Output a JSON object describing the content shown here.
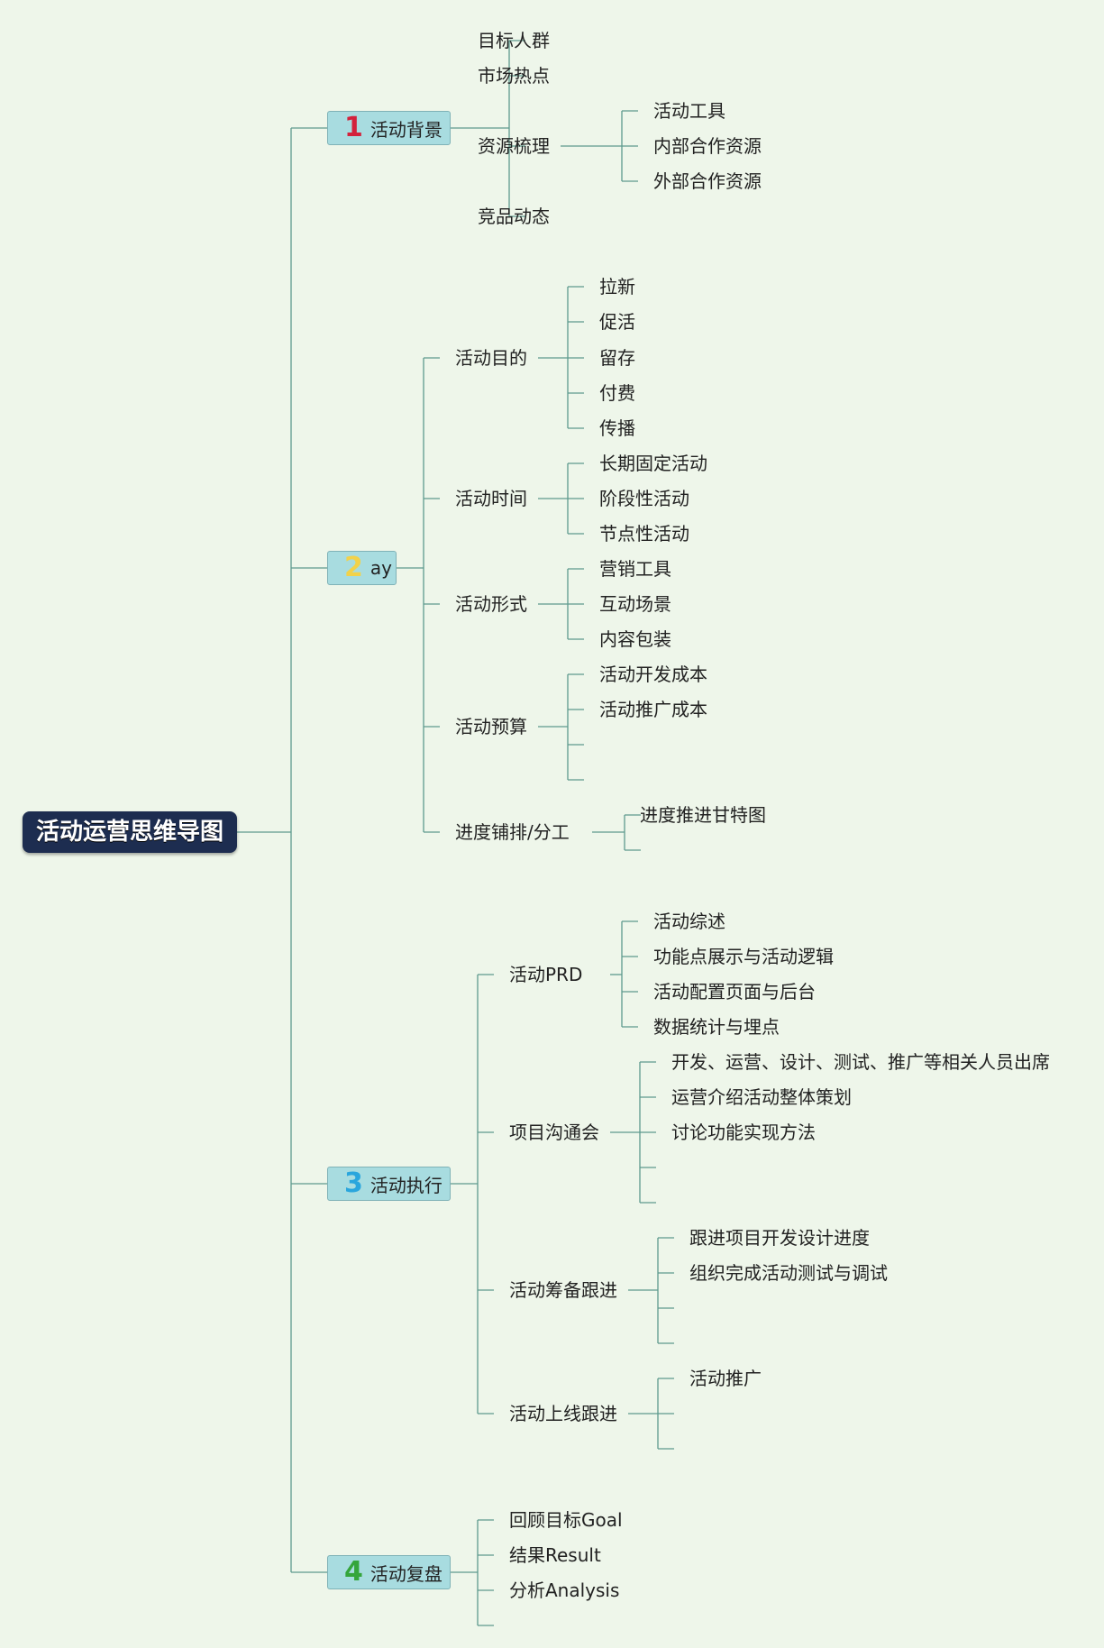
{
  "root": "活动运营思维导图",
  "colors": {
    "background": "#eef6ea",
    "root_bg": "#1d2d50",
    "main_bg": "#a8dce0",
    "line": "#5e9a8e",
    "num1": "#d3223c",
    "num2": "#f2d24a",
    "num3": "#2aa6dd",
    "num4": "#35a53b"
  },
  "branches": [
    {
      "num": "1",
      "label": "活动背景",
      "children": [
        {
          "label": "目标人群"
        },
        {
          "label": "市场热点"
        },
        {
          "label": "资源梳理",
          "children": [
            "活动工具",
            "内部合作资源",
            "外部合作资源"
          ]
        },
        {
          "label": "竞品动态"
        }
      ]
    },
    {
      "num": "2",
      "label": "ay",
      "children": [
        {
          "label": "活动目的",
          "children": [
            "拉新",
            "促活",
            "留存",
            "付费",
            "传播"
          ]
        },
        {
          "label": "活动时间",
          "children": [
            "长期固定活动",
            "阶段性活动",
            "节点性活动"
          ]
        },
        {
          "label": "活动形式",
          "children": [
            "营销工具",
            "互动场景",
            "内容包装"
          ]
        },
        {
          "label": "活动预算",
          "children": [
            "活动开发成本",
            "活动推广成本",
            "",
            ""
          ]
        },
        {
          "label": "进度铺排/分工",
          "children": [
            "进度推进甘特图",
            ""
          ]
        }
      ]
    },
    {
      "num": "3",
      "label": "活动执行",
      "children": [
        {
          "label": "活动PRD",
          "children": [
            "活动综述",
            "功能点展示与活动逻辑",
            "活动配置页面与后台",
            "数据统计与埋点"
          ]
        },
        {
          "label": "项目沟通会",
          "children": [
            "开发、运营、设计、测试、推广等相关人员出席",
            "运营介绍活动整体策划",
            "讨论功能实现方法",
            "",
            ""
          ]
        },
        {
          "label": "活动筹备跟进",
          "children": [
            "跟进项目开发设计进度",
            "组织完成活动测试与调试",
            "",
            ""
          ]
        },
        {
          "label": "活动上线跟进",
          "children": [
            "活动推广",
            "",
            ""
          ]
        }
      ]
    },
    {
      "num": "4",
      "label": "活动复盘",
      "children": [
        {
          "label": "回顾目标Goal"
        },
        {
          "label": "结果Result"
        },
        {
          "label": "分析Analysis"
        },
        {
          "label": ""
        }
      ]
    }
  ]
}
